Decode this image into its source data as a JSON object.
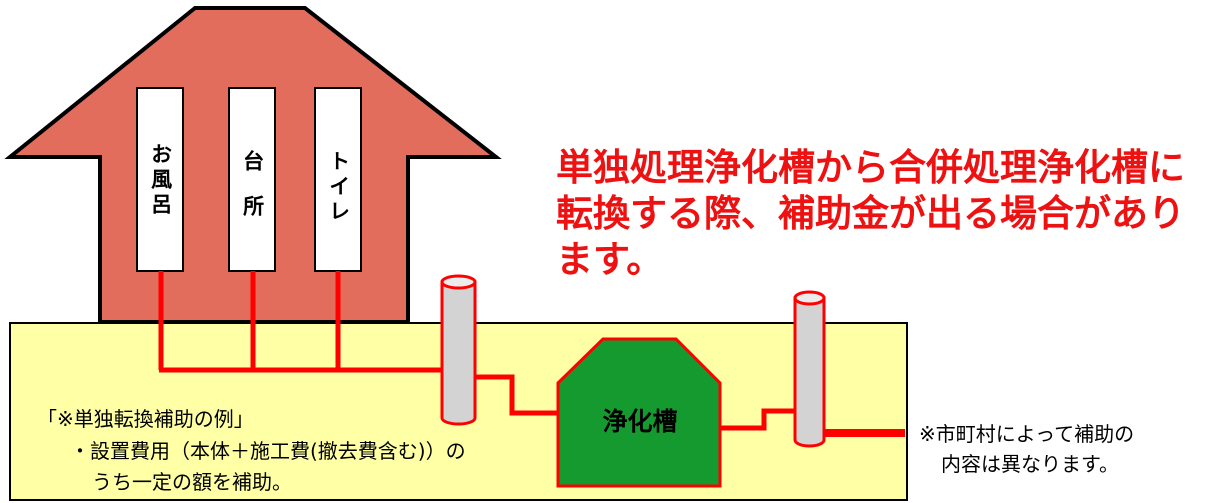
{
  "rooms": [
    {
      "label": "お風呂"
    },
    {
      "label": "台所"
    },
    {
      "label": "トイレ"
    }
  ],
  "headline": {
    "line1": "単独処理浄化槽から合併処理浄化槽に",
    "line2": "転換する際、補助金が出る場合があり",
    "line3": "ます。"
  },
  "tank": {
    "label": "浄化槽"
  },
  "subsidy_example": {
    "title": "「※単独転換補助の例」",
    "line1": "・設置費用（本体＋施工費(撤去費含む)）の",
    "line2": "うち一定の額を補助。"
  },
  "municipality_note": {
    "line1": "※市町村によって補助の",
    "line2": "内容は異なります。"
  },
  "colors": {
    "house": "#e26d5c",
    "ground": "#ffffa6",
    "pipe": "#ff0000",
    "tank": "#159a2f",
    "headline": "#ee1111",
    "vent": "#d3d3d3"
  }
}
